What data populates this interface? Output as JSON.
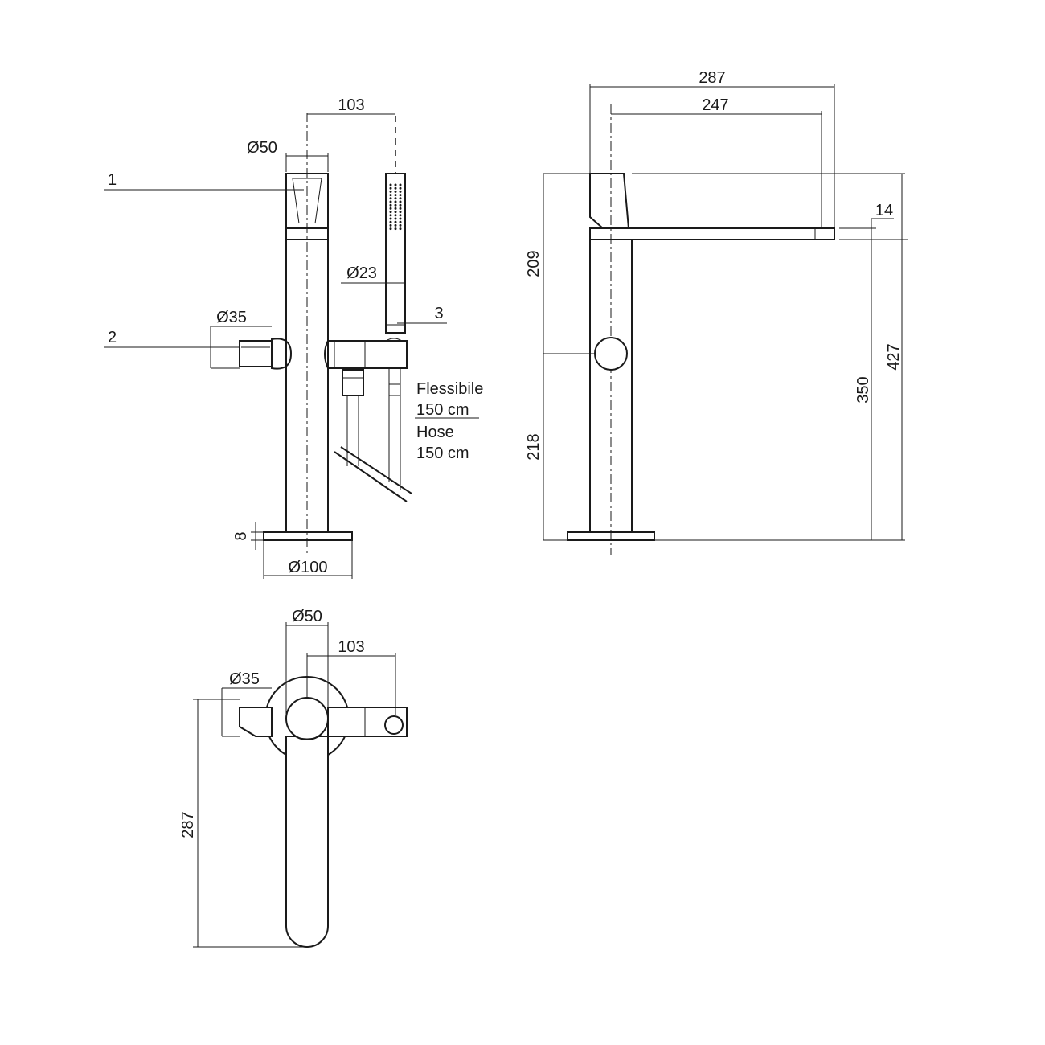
{
  "front_view": {
    "callout_1": "1",
    "callout_2": "2",
    "callout_3": "3",
    "dim_103": "103",
    "dim_d50": "Ø50",
    "dim_d23": "Ø23",
    "dim_d35": "Ø35",
    "dim_8": "8",
    "dim_d100": "Ø100",
    "hose_it_1": "Flessibile",
    "hose_it_2": "150 cm",
    "hose_en_1": "Hose",
    "hose_en_2": "150 cm"
  },
  "side_view": {
    "dim_287": "287",
    "dim_247": "247",
    "dim_14": "14",
    "dim_209": "209",
    "dim_218": "218",
    "dim_350": "350",
    "dim_427": "427"
  },
  "top_view": {
    "dim_d50": "Ø50",
    "dim_103": "103",
    "dim_d35": "Ø35",
    "dim_287": "287"
  }
}
